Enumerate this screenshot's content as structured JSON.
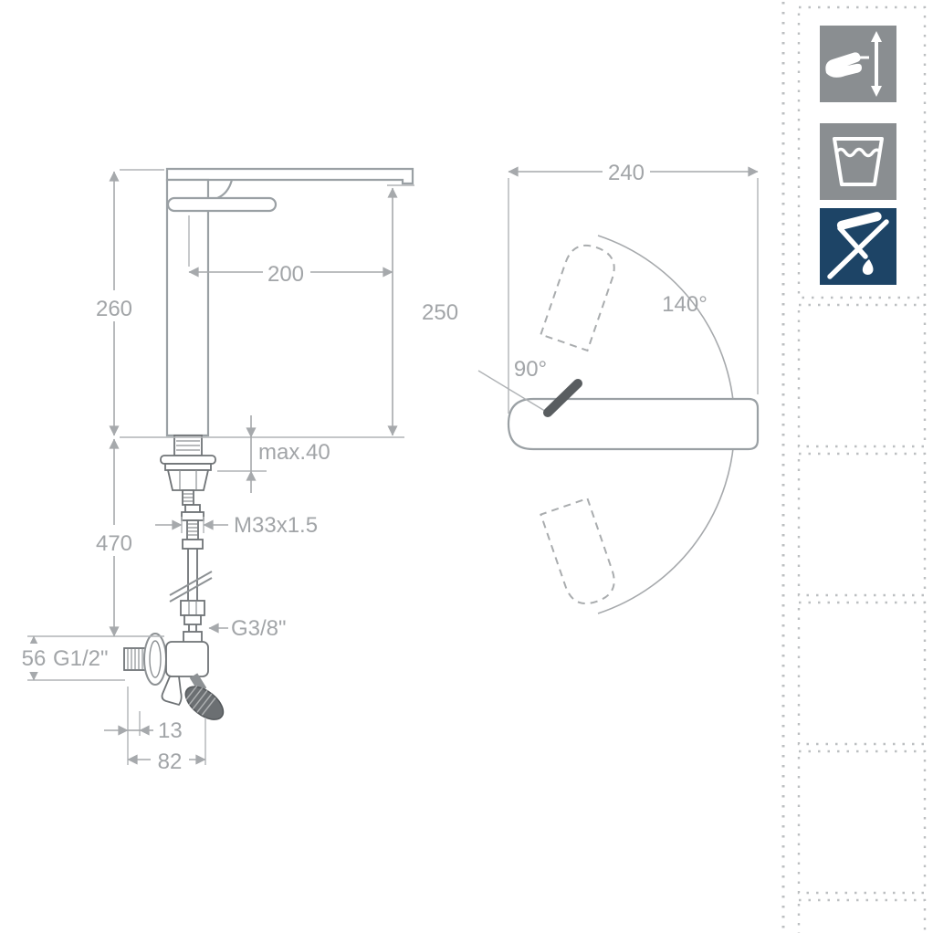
{
  "front_view": {
    "height": "260",
    "reach": "200",
    "outlet_height": "250",
    "max_deck": "max.40",
    "total_height": "470",
    "shank_thread": "M33x1.5",
    "hose_thread": "G3/8\"",
    "valve_offset": "56",
    "inlet_thread": "G1/2\"",
    "outlet_offset": "13",
    "valve_width": "82"
  },
  "top_view": {
    "length": "240",
    "swivel_angle": "140°",
    "lever_angle": "90°"
  },
  "legend": {
    "icons": [
      {
        "name": "hand-lever-operation-icon"
      },
      {
        "name": "water-glass-icon"
      },
      {
        "name": "no-harsh-cleaning-icon"
      }
    ]
  },
  "colors": {
    "line": "#a6a9ac",
    "dark": "#595d60",
    "tile_gray": "#8a8e91",
    "tile_blue": "#1d4466",
    "background": "#ffffff"
  }
}
